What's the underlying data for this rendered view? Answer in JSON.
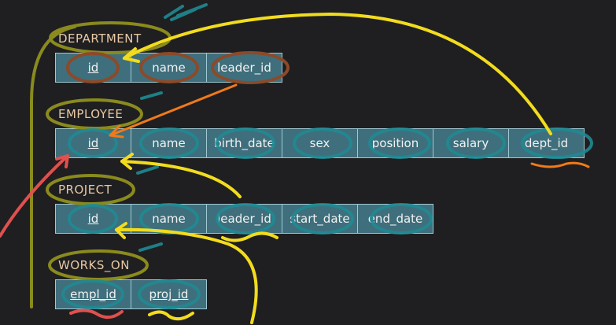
{
  "tables": [
    {
      "name": "DEPARTMENT",
      "columns": [
        {
          "label": "id",
          "pk": true
        },
        {
          "label": "name",
          "pk": false
        },
        {
          "label": "leader_id",
          "pk": false
        }
      ]
    },
    {
      "name": "EMPLOYEE",
      "columns": [
        {
          "label": "id",
          "pk": true
        },
        {
          "label": "name",
          "pk": false
        },
        {
          "label": "birth_date",
          "pk": false
        },
        {
          "label": "sex",
          "pk": false
        },
        {
          "label": "position",
          "pk": false
        },
        {
          "label": "salary",
          "pk": false
        },
        {
          "label": "dept_id",
          "pk": false
        }
      ]
    },
    {
      "name": "PROJECT",
      "columns": [
        {
          "label": "id",
          "pk": true
        },
        {
          "label": "name",
          "pk": false
        },
        {
          "label": "leader_id",
          "pk": false
        },
        {
          "label": "start_date",
          "pk": false
        },
        {
          "label": "end_date",
          "pk": false
        }
      ]
    },
    {
      "name": "WORKS_ON",
      "columns": [
        {
          "label": "empl_id",
          "pk": true
        },
        {
          "label": "proj_id",
          "pk": true
        }
      ]
    }
  ],
  "colors": {
    "background": "#1f1f21",
    "cell_fill": "#3f6f7c",
    "cell_border": "#9fc8d2",
    "table_title": "#e9c9a4",
    "ink_yellow": "#f2dc1e",
    "ink_orange": "#f07a1a",
    "ink_teal": "#1f8a93",
    "ink_olive": "#8a8a1e",
    "ink_red": "#e0504f",
    "ink_brown": "#8b4a2a"
  }
}
